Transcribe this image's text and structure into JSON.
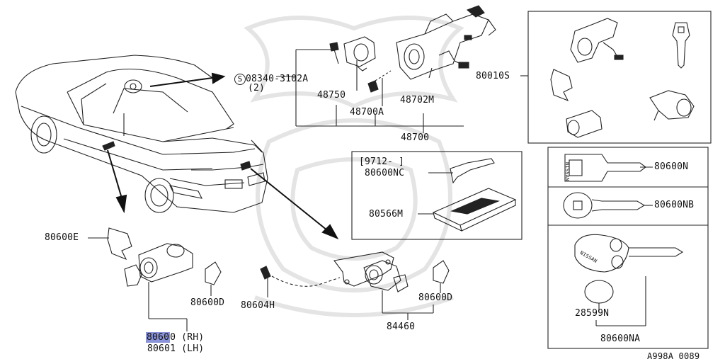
{
  "diagram": {
    "figure_code": "A998A 0089",
    "labels": {
      "bolt_screw": "08340-3102A",
      "bolt_screw_qty": "(2)",
      "screw_symbol": "S",
      "p48750": "48750",
      "p48700A": "48700A",
      "p48702M": "48702M",
      "p48700": "48700",
      "p80010S": "80010S",
      "date_bracket": "[9712-       ]",
      "p80600NC": "80600NC",
      "p80566M": "80566M",
      "p80600N": "80600N",
      "p80600NB": "80600NB",
      "p28599N": "28599N",
      "p80600NA": "80600NA",
      "p80600E": "80600E",
      "p80600D_left": "80600D",
      "p80600D_right": "80600D",
      "p80604H": "80604H",
      "p84460": "84460",
      "p80600_prefix": "8060",
      "p80600_suffix": "0 (RH)",
      "p80601": "80601 (LH)"
    },
    "key_brand_text": "NISSAN"
  }
}
